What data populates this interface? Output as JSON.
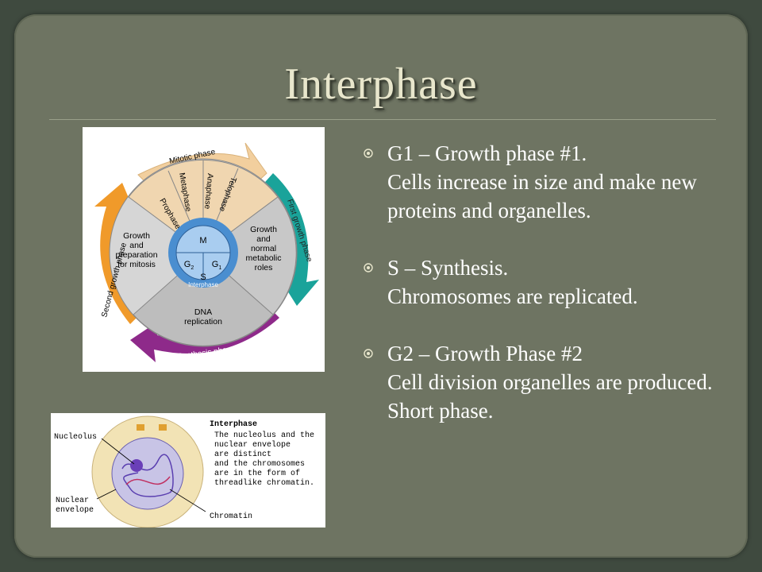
{
  "slide": {
    "title": "Interphase",
    "bullets": [
      {
        "head": "G1 – Growth phase #1.",
        "body": "Cells increase in size and make new proteins and organelles."
      },
      {
        "head": "S – Synthesis.",
        "body": "Chromosomes are replicated."
      },
      {
        "head": "G2 – Growth Phase #2",
        "body": "Cell division organelles are produced. Short phase."
      }
    ]
  },
  "cycle_diagram": {
    "outer_arrows": {
      "top": "Mitotic phase",
      "right": "First growth phase",
      "bottom": "Synthesis phase",
      "left": "Second growth phase"
    },
    "mitosis_steps": [
      "Prophase",
      "Metaphase",
      "Anaphase",
      "Telophase"
    ],
    "left_sector": [
      "Growth",
      "and",
      "preparation",
      "for mitosis"
    ],
    "right_sector": [
      "Growth",
      "and",
      "normal",
      "metabolic",
      "roles"
    ],
    "bottom_sector": [
      "DNA",
      "replication"
    ],
    "center": {
      "m": "M",
      "g2": "G",
      "g2_sub": "2",
      "g1": "G",
      "g1_sub": "1",
      "s": "S",
      "ring": "Interphase"
    }
  },
  "cell_diagram": {
    "label_nucleolus": "Nucleolus",
    "label_nuclear": "Nuclear",
    "label_envelope": "envelope",
    "label_chromatin": "Chromatin",
    "caption_title": "Interphase",
    "caption_lines": [
      "The nucleolus and the",
      "nuclear envelope",
      "are distinct",
      "and the chromosomes",
      "are in the form of",
      "threadlike chromatin."
    ]
  },
  "colors": {
    "background": "#6e7462",
    "title": "#e8e6cc",
    "mitotic_arrow": "#f2cf9e",
    "first_growth": "#1aa39a",
    "synthesis": "#8e2a8a",
    "second_growth": "#f09a2a",
    "core": "#6aa7e0"
  }
}
